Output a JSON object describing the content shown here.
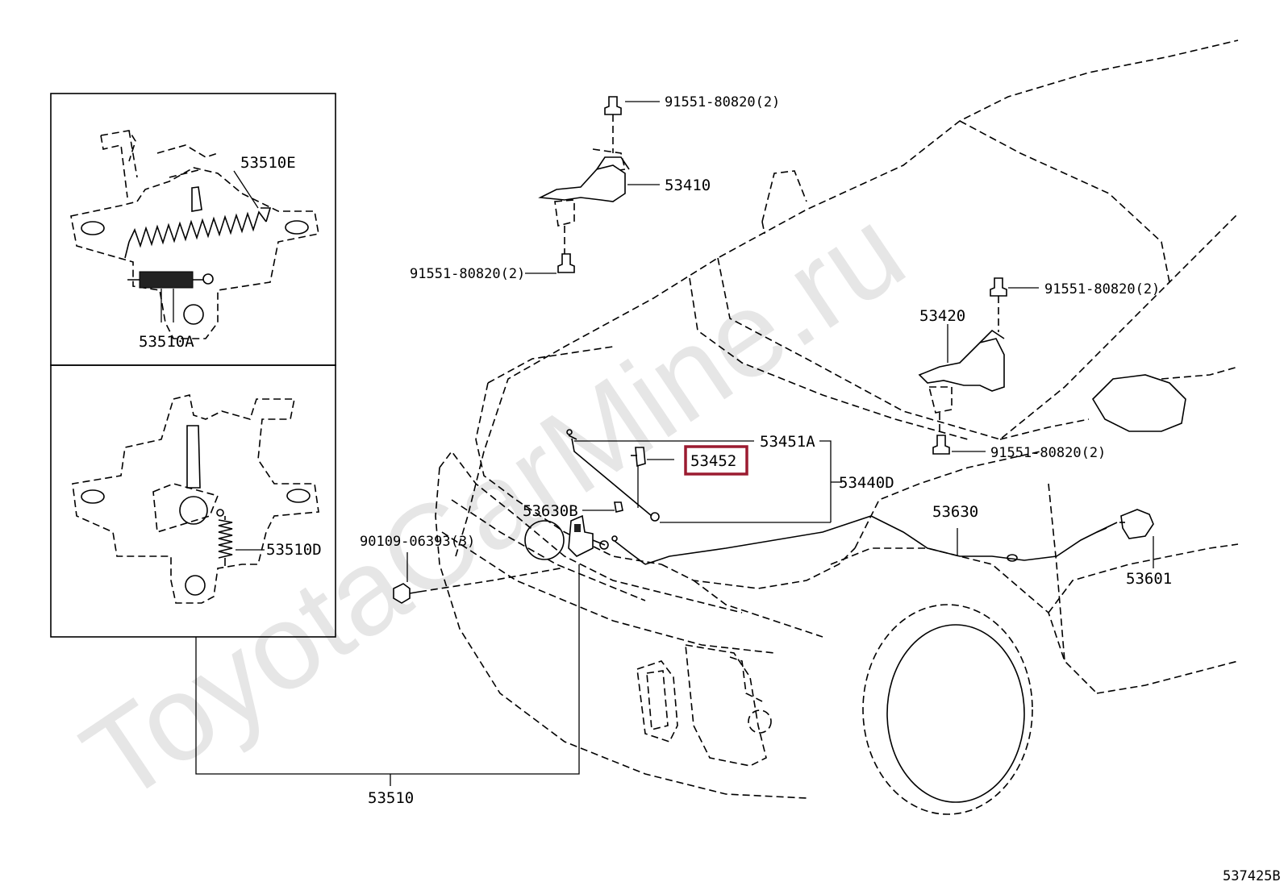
{
  "watermark": "ToyotaCarMine.ru",
  "diagram_ref": "537425B",
  "highlight_color": "#9b1b30",
  "highlighted_part": "53452",
  "parts": {
    "p53510E": "53510E",
    "p53510A": "53510A",
    "p53510D": "53510D",
    "p53510": "53510",
    "p53410": "53410",
    "p53420": "53420",
    "p53451A": "53451A",
    "p53452": "53452",
    "p53440D": "53440D",
    "p53630B": "53630B",
    "p53630": "53630",
    "p53601": "53601",
    "bolt_hood_front_top": "91551-80820(2)",
    "bolt_hood_front_bottom": "91551-80820(2)",
    "bolt_hood_rear_top": "91551-80820(2)",
    "bolt_hood_rear_bottom": "91551-80820(2)",
    "bolt_lock": "90109-06393(3)"
  }
}
